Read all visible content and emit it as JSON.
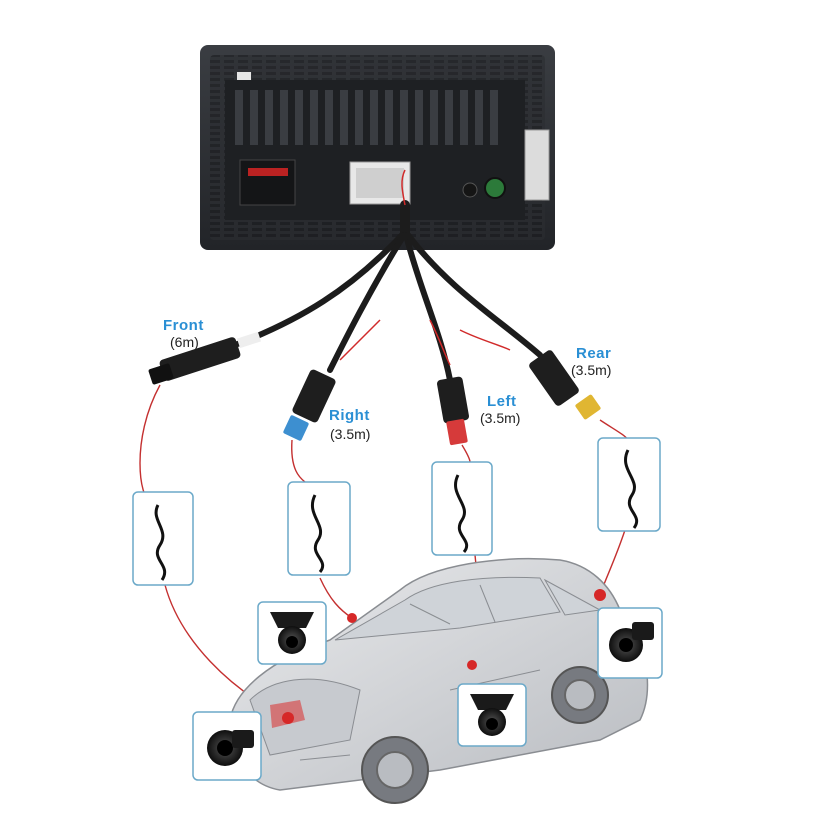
{
  "scene": {
    "description_icons": [
      "head-unit",
      "camera-cable",
      "camera",
      "car"
    ],
    "accent_color": "#2a8fd4",
    "wire_color": "#d12b2b",
    "cable_color": "#1c1c1c"
  },
  "labels": {
    "front": {
      "name": "Front",
      "length": "(6m)"
    },
    "right": {
      "name": "Right",
      "length": "(3.5m)"
    },
    "left": {
      "name": "Left",
      "length": "(3.5m)"
    },
    "rear": {
      "name": "Rear",
      "length": "(3.5m)"
    }
  }
}
